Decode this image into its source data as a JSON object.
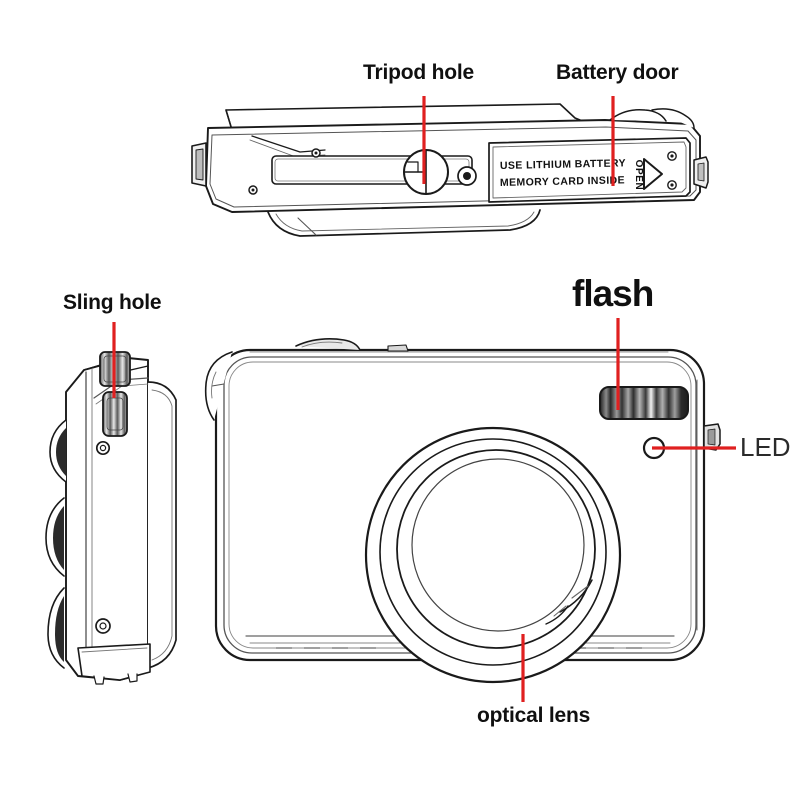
{
  "diagram": {
    "subject": "digital camera",
    "type": "line-drawing parts diagram",
    "views": [
      {
        "name": "bottom-view",
        "position": "top"
      },
      {
        "name": "side-view",
        "position": "lower-left"
      },
      {
        "name": "front-view",
        "position": "lower-right"
      }
    ],
    "leader_line_color": "#e02020",
    "line_color": "#1a1a1a",
    "background_color": "#ffffff"
  },
  "callouts": [
    {
      "id": "tripod-hole",
      "label": "Tripod hole",
      "view": "bottom-view",
      "style": "bold"
    },
    {
      "id": "battery-door",
      "label": "Battery door",
      "view": "bottom-view",
      "style": "bold"
    },
    {
      "id": "sling-hole",
      "label": "Sling hole",
      "view": "side-view",
      "style": "bold"
    },
    {
      "id": "flash",
      "label": "flash",
      "view": "front-view",
      "style": "bold-large"
    },
    {
      "id": "led",
      "label": "LED",
      "view": "front-view",
      "style": "regular"
    },
    {
      "id": "optical-lens",
      "label": "optical lens",
      "view": "front-view",
      "style": "bold"
    }
  ],
  "body_text": {
    "battery_line_1": "USE LITHIUM BATTERY",
    "battery_line_2": "MEMORY CARD INSIDE",
    "open_marker": "OPEN"
  }
}
